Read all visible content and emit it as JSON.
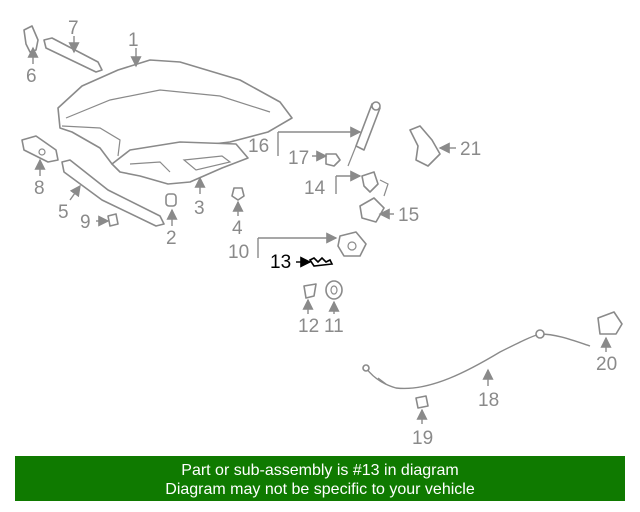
{
  "diagram": {
    "callouts": [
      "1",
      "2",
      "3",
      "4",
      "5",
      "6",
      "7",
      "8",
      "9",
      "10",
      "11",
      "12",
      "13",
      "14",
      "15",
      "16",
      "17",
      "18",
      "19",
      "20",
      "21"
    ],
    "highlighted_callout": "13"
  },
  "banner": {
    "line1": "Part or sub-assembly is #13 in diagram",
    "line2": "Diagram may not be specific to your vehicle",
    "color": "#0f7a00"
  }
}
